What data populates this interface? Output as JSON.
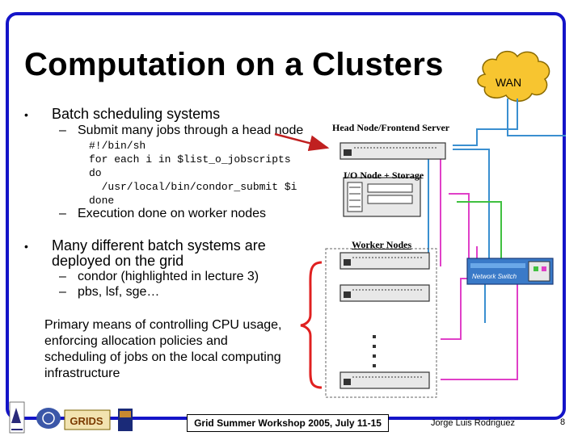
{
  "title": "Computation on a Clusters",
  "wan_label": "WAN",
  "bullets": [
    {
      "text": "Batch scheduling systems",
      "subs": [
        "Submit many jobs through a head node",
        "Execution done on worker nodes"
      ]
    },
    {
      "line1": "Many different batch systems are",
      "line2": "deployed on the grid",
      "subs": [
        "condor (highlighted in lecture 3)",
        "pbs, lsf, sge…"
      ]
    }
  ],
  "bullet_marker": "•",
  "sub_marker": "–",
  "code_lines": [
    "#!/bin/sh",
    "for each i in $list_o_jobscripts",
    "do",
    "  /usr/local/bin/condor_submit $i",
    "done"
  ],
  "primary_text": "Primary means of controlling CPU usage, enforcing allocation policies and scheduling of jobs on the local computing infrastructure",
  "diagram": {
    "head_node_label": "Head Node/Frontend Server",
    "io_node_label": "I/O Node + Storage",
    "worker_nodes_label": "Worker Nodes",
    "switch_label": "Network Switch"
  },
  "footer": {
    "workshop": "Grid Summer Workshop 2005, July 11-15",
    "author": "Jorge Luis Rodriguez",
    "page": "8"
  },
  "logos": {
    "grids": "GRIDS"
  },
  "colors": {
    "frame": "#1414c8",
    "cloud_fill": "#f7c530",
    "cable_blue": "#3a8fd0",
    "cable_pink": "#e040c8",
    "cable_green": "#40c040",
    "brace_red": "#e02020",
    "arrow_red": "#c02020"
  }
}
